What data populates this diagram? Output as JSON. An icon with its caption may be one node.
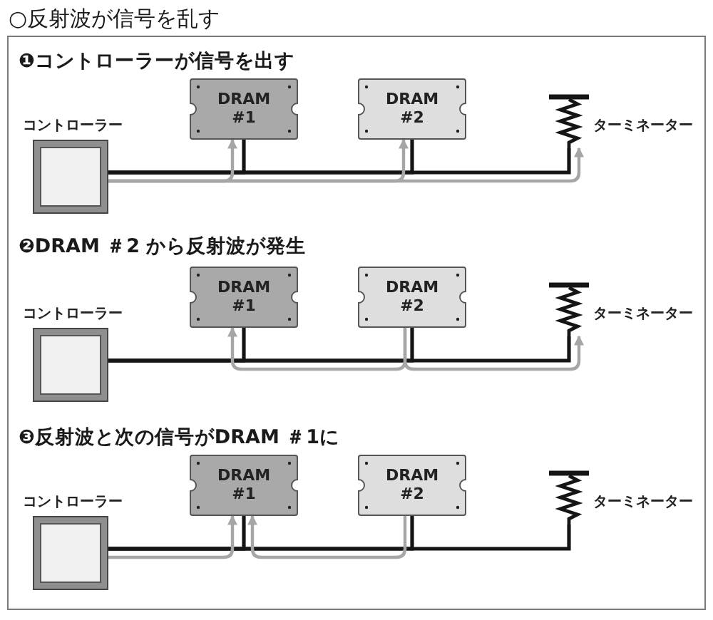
{
  "diagram": {
    "title": "○反射波が信号を乱す",
    "nodes": [
      {
        "text": [
          "コントローラー"
        ]
      },
      {
        "text": [
          "DRAM #1"
        ]
      },
      {
        "text": [
          "DRAM #2"
        ]
      },
      {
        "text": [
          "ターミネーター"
        ]
      },
      {
        "text": [
          "コントローラー"
        ]
      },
      {
        "text": [
          "DRAM #1"
        ]
      },
      {
        "text": [
          "DRAM #2"
        ]
      },
      {
        "text": [
          "ターミネーター"
        ]
      },
      {
        "text": [
          "コントローラー"
        ]
      },
      {
        "text": [
          "DRAM #1"
        ]
      },
      {
        "text": [
          "DRAM #2"
        ]
      },
      {
        "text": [
          "ターミネーター"
        ]
      }
    ],
    "edges": [
      {
        "from": 0,
        "to": 1,
        "arrow": "none"
      },
      {
        "from": 0,
        "to": 2,
        "arrow": "none"
      },
      {
        "from": 0,
        "to": 3,
        "arrow": "none"
      },
      {
        "from": 0,
        "to": 1,
        "arrow": "to",
        "color": "#a6a6a6"
      },
      {
        "from": 0,
        "to": 2,
        "arrow": "to",
        "color": "#a6a6a6"
      },
      {
        "from": 0,
        "to": 3,
        "arrow": "to",
        "color": "#a6a6a6"
      },
      {
        "from": 4,
        "to": 5,
        "arrow": "none"
      },
      {
        "from": 4,
        "to": 6,
        "arrow": "none"
      },
      {
        "from": 4,
        "to": 7,
        "arrow": "none"
      },
      {
        "from": 6,
        "to": 5,
        "arrow": "to",
        "color": "#a6a6a6"
      },
      {
        "from": 6,
        "to": 7,
        "arrow": "to",
        "color": "#a6a6a6"
      },
      {
        "from": 8,
        "to": 9,
        "arrow": "none"
      },
      {
        "from": 8,
        "to": 10,
        "arrow": "none"
      },
      {
        "from": 8,
        "to": 11,
        "arrow": "none"
      },
      {
        "from": 8,
        "to": 9,
        "arrow": "to",
        "color": "#a6a6a6"
      },
      {
        "from": 10,
        "to": 9,
        "arrow": "to",
        "color": "#a6a6a6"
      }
    ],
    "labels": [
      "❶コントローラーが信号を出す",
      "❷DRAM ＃2 から反射波が発生",
      "❸反射波と次の信号がDRAM ＃1に"
    ]
  }
}
